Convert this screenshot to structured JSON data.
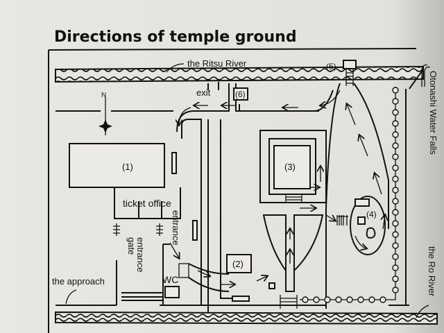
{
  "title": "Directions of temple ground",
  "labels": {
    "ritsu_river": "the Ritsu River",
    "ro_river": "the Ro River",
    "waterfalls": "Otonashi Water Falls",
    "exit": "exit",
    "ticket_office": "ticket office",
    "entrance": "entrance",
    "entrance_gate_1": "entrance",
    "entrance_gate_2": "gate",
    "wc": "WC",
    "approach": "the approach"
  },
  "sites": {
    "s1": "(1)",
    "s2": "(2)",
    "s3": "(3)",
    "s4": "(4)",
    "s5": "(5)",
    "s6": "(6)"
  },
  "colors": {
    "paper": "#e6e5e1",
    "ink": "#111111"
  }
}
